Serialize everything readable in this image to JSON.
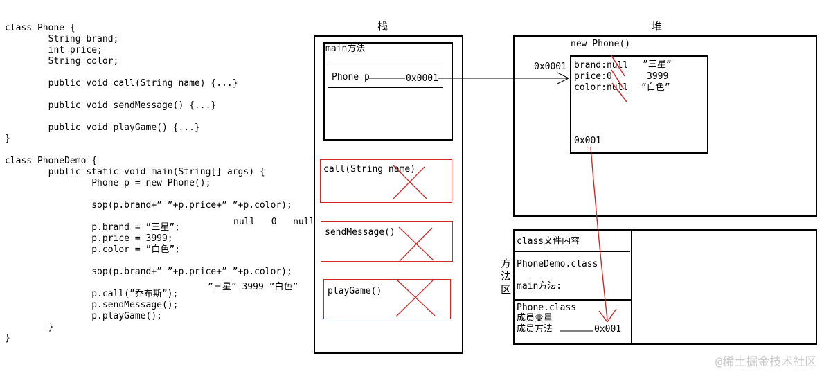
{
  "source_code": {
    "phone_class": "class Phone {\n        String brand;\n        int price;\n        String color;\n\n        public void call(String name) {...}\n\n        public void sendMessage() {...}\n\n        public void playGame() {...}\n}",
    "phonedemo_class": "class PhoneDemo {\n        public static void main(String[] args) {\n                Phone p = new Phone();\n\n                sop(p.brand+” ”+p.price+” ”+p.color);\n\n                p.brand = ”三星”;\n                p.price = 3999;\n                p.color = ”白色”;\n\n                sop(p.brand+” ”+p.price+” ”+p.color);\n\n                p.call(”乔布斯”);\n                p.sendMessage();\n                p.playGame();\n        }\n}",
    "annotations": {
      "initial_values": "null   0   null",
      "assigned_values": "”三星” 3999 ”白色”"
    }
  },
  "stack": {
    "title": "栈",
    "main_frame_label": "main方法",
    "variable": {
      "name": "Phone p",
      "value": "0x0001"
    },
    "popped_frames": [
      {
        "label": "call(String name)"
      },
      {
        "label": "sendMessage()"
      },
      {
        "label": "playGame()"
      }
    ]
  },
  "heap": {
    "title": "堆",
    "object_label": "new Phone()",
    "address_label": "0x0001",
    "fields": [
      {
        "name": "brand:null",
        "new_value": "”三星”"
      },
      {
        "name": "price:0",
        "new_value": "3999"
      },
      {
        "name": "color:null",
        "new_value": "”白色”"
      }
    ],
    "method_table_ref": "0x001"
  },
  "method_area": {
    "side_label": "方法区",
    "header": "class文件内容",
    "phonedemo_entry": {
      "file": "PhoneDemo.class",
      "note": "main方法:"
    },
    "phone_entry": {
      "file": "Phone.class",
      "member_vars": "成员变量",
      "member_methods": "成员方法",
      "address": "0x001"
    }
  },
  "watermark": "@稀土掘金技术社区",
  "colors": {
    "ink": "#000000",
    "accent_red": "#cc2a2a",
    "watermark_gray": "#c9c9c9"
  }
}
